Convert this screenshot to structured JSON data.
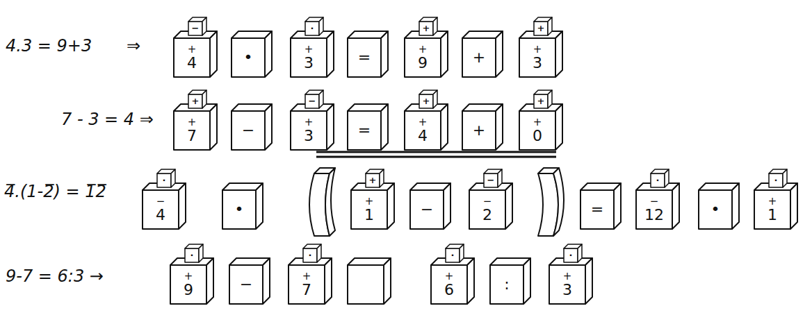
{
  "diagram": {
    "nodes": [
      {
        "text": [
          "+",
          "4"
        ]
      },
      {
        "text": [
          "−"
        ]
      },
      {
        "text": [
          "•"
        ]
      },
      {
        "text": [
          "+",
          "3"
        ]
      },
      {
        "text": [
          "·"
        ]
      },
      {
        "text": [
          "="
        ]
      },
      {
        "text": [
          "+",
          "9"
        ]
      },
      {
        "text": [
          "+"
        ]
      },
      {
        "text": [
          "+"
        ]
      },
      {
        "text": [
          "+",
          "3"
        ]
      },
      {
        "text": [
          "+"
        ]
      },
      {
        "text": [
          "+",
          "7"
        ]
      },
      {
        "text": [
          "+"
        ]
      },
      {
        "text": [
          "−"
        ]
      },
      {
        "text": [
          "+",
          "3"
        ]
      },
      {
        "text": [
          "−"
        ]
      },
      {
        "text": [
          "="
        ]
      },
      {
        "text": [
          "+",
          "4"
        ]
      },
      {
        "text": [
          "+"
        ]
      },
      {
        "text": [
          "+"
        ]
      },
      {
        "text": [
          "+",
          "0"
        ]
      },
      {
        "text": [
          "+"
        ]
      },
      {
        "text": [
          "−",
          "4"
        ]
      },
      {
        "text": [
          "·"
        ]
      },
      {
        "text": [
          "•"
        ]
      },
      {
        "text": [
          "+",
          "1"
        ]
      },
      {
        "text": [
          "+"
        ]
      },
      {
        "text": [
          "−"
        ]
      },
      {
        "text": [
          "−",
          "2"
        ]
      },
      {
        "text": [
          "−"
        ]
      },
      {
        "text": [
          "="
        ]
      },
      {
        "text": [
          "−",
          "12"
        ]
      },
      {
        "text": [
          "·"
        ]
      },
      {
        "text": [
          "•"
        ]
      },
      {
        "text": [
          "+",
          "1"
        ]
      },
      {
        "text": [
          "·"
        ]
      },
      {
        "text": [
          "+",
          "9"
        ]
      },
      {
        "text": [
          "·"
        ]
      },
      {
        "text": [
          "−"
        ]
      },
      {
        "text": [
          "+",
          "7"
        ]
      },
      {
        "text": [
          "·"
        ]
      },
      {
        "text": [
          "+",
          "6"
        ]
      },
      {
        "text": [
          "·"
        ]
      },
      {
        "text": [
          ":"
        ]
      },
      {
        "text": [
          "+",
          "3"
        ]
      },
      {
        "text": [
          "·"
        ]
      }
    ],
    "labels": [
      "4.3 = 9+3",
      "⇒",
      "7 - 3 = 4 ⇒",
      "4̅.(1-2̅) = 1̅2̅",
      "9-7 = 6:3 →"
    ]
  }
}
